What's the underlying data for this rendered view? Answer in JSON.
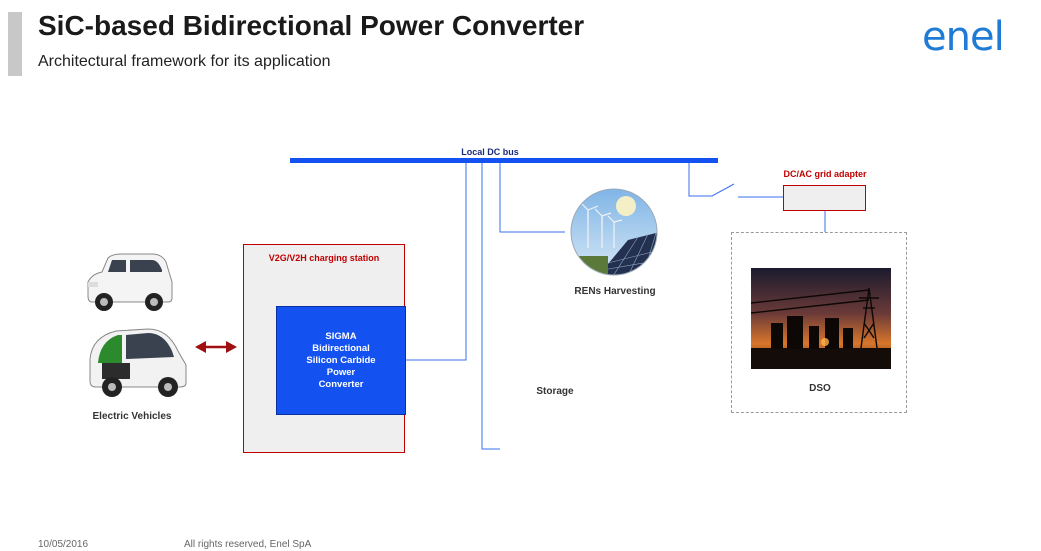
{
  "header": {
    "title": "SiC-based Bidirectional Power Converter",
    "subtitle": "Architectural framework for its application",
    "logo_text": "enel"
  },
  "diagram": {
    "bus_label": "Local DC bus",
    "adapter_label": "DC/AC grid adapter",
    "station_label": "V2G/V2H charging station",
    "converter_text": "SIGMA\nBidirectional\nSilicon Carbide\nPower\nConverter",
    "rens_label": "RENs Harvesting",
    "storage_label": "Storage",
    "dso_label": "DSO",
    "ev_label": "Electric Vehicles"
  },
  "footer": {
    "date": "10/05/2016",
    "rights": "All rights reserved, Enel SpA"
  },
  "colors": {
    "bus_blue": "#1351f0",
    "accent_red": "#c00000",
    "logo_blue": "#1e7bd6"
  }
}
